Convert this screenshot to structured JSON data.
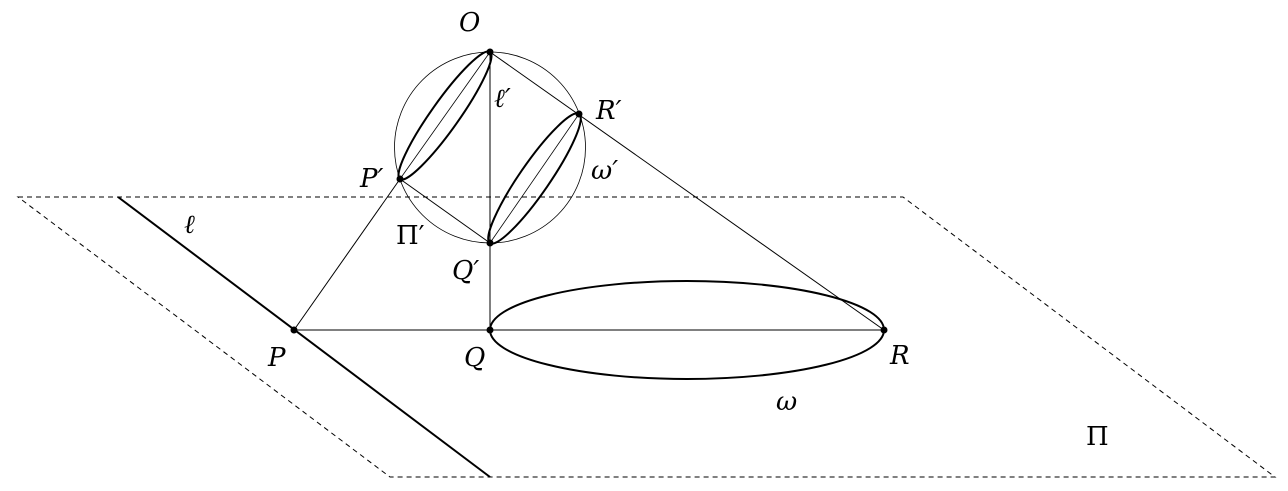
{
  "labels": {
    "O": "O",
    "l_prime": "ℓ′",
    "R_prime": "R′",
    "P_prime": "P′",
    "omega_prime": "ω′",
    "Pi_prime": "Π′",
    "Q_prime": "Q′",
    "l": "ℓ",
    "P": "P",
    "Q": "Q",
    "R": "R",
    "omega": "ω",
    "Pi": "Π"
  },
  "colors": {
    "stroke": "#000000",
    "background": "#ffffff"
  }
}
